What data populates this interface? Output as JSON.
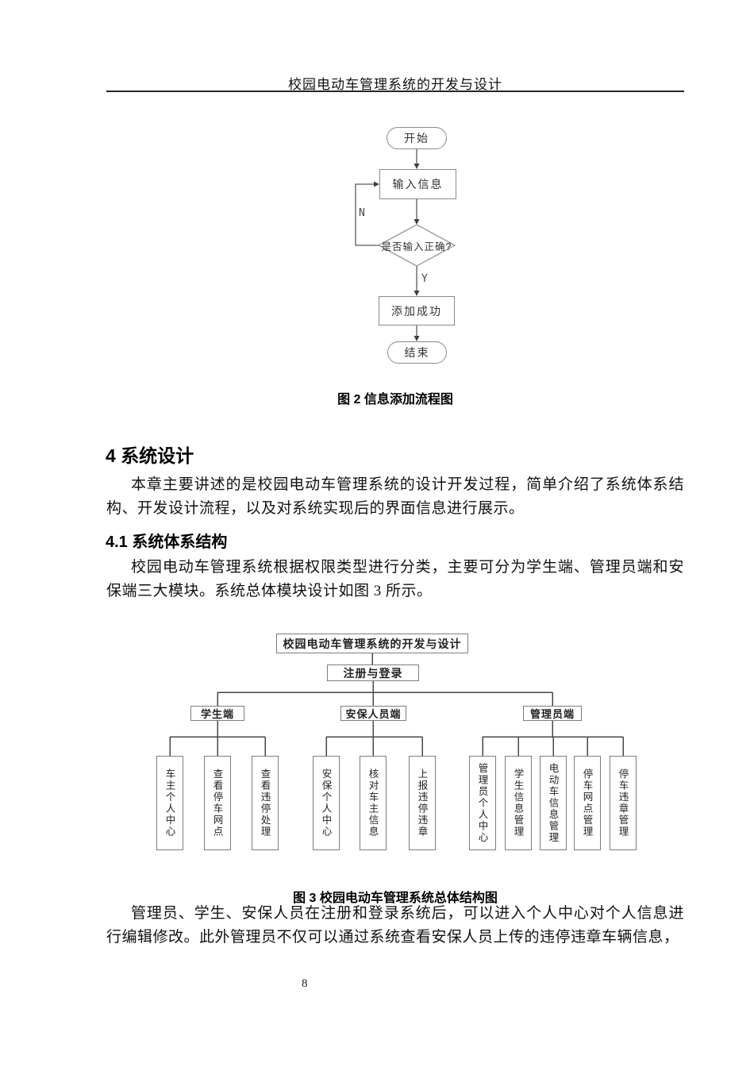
{
  "header": {
    "title": "校园电动车管理系统的开发与设计"
  },
  "figure2": {
    "type": "flowchart",
    "caption": "图 2 信息添加流程图",
    "nodes": {
      "start": "开始",
      "input": "输入信息",
      "decision": "是否输入正确?",
      "success": "添加成功",
      "end": "结束"
    },
    "branch_labels": {
      "yes": "Y",
      "no": "N"
    },
    "flow": "开始 → 输入信息 → 是否输入正确? —Y→ 添加成功 → 结束 ; 是否输入正确? —N→ 输入信息"
  },
  "section_4": {
    "heading": "4 系统设计",
    "body": "本章主要讲述的是校园电动车管理系统的设计开发过程，简单介绍了系统体系结构、开发设计流程，以及对系统实现后的界面信息进行展示。"
  },
  "section_4_1": {
    "heading": "4.1 系统体系结构",
    "body": "校园电动车管理系统根据权限类型进行分类，主要可分为学生端、管理员端和安保端三大模块。系统总体模块设计如图 3 所示。"
  },
  "figure3": {
    "type": "org-structure",
    "caption": "图 3 校园电动车管理系统总体结构图",
    "root": "校园电动车管理系统的开发与设计",
    "login": "注册与登录",
    "branches": [
      {
        "label": "学生端",
        "children": [
          "车主个人中心",
          "查看停车网点",
          "查看违停处理"
        ]
      },
      {
        "label": "安保人员端",
        "children": [
          "安保个人中心",
          "核对车主信息",
          "上报违停违章"
        ]
      },
      {
        "label": "管理员端",
        "children": [
          "管理员个人中心",
          "学生信息管理",
          "电动车信息管理",
          "停车网点管理",
          "停车违章管理"
        ]
      }
    ]
  },
  "closing": {
    "body": "管理员、学生、安保人员在注册和登录系统后，可以进入个人中心对个人信息进行编辑修改。此外管理员不仅可以通过系统查看安保人员上传的违停违章车辆信息，"
  },
  "footer": {
    "page_number": "8"
  },
  "colors": {
    "connector_line": "#474747",
    "box_border": "#7d7d7d",
    "flow_line": "#5a5a5a"
  }
}
